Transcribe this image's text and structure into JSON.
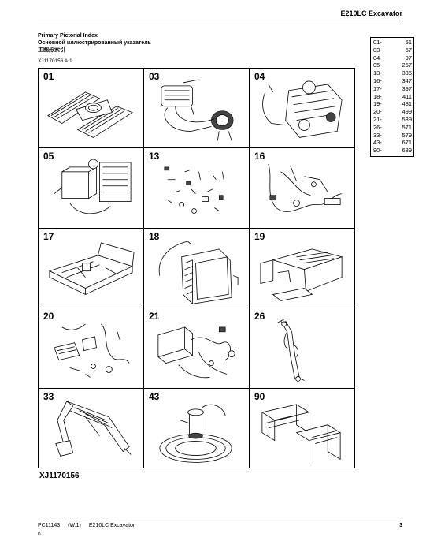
{
  "header": {
    "title": "E210LC Excavator"
  },
  "index": {
    "title_en": "Primary Pictorial Index",
    "title_ru": "Основной иллюстрированный указатель",
    "title_zh": "主图形索引",
    "code": "XJ1170156 A.1"
  },
  "table": [
    {
      "group": "01-",
      "page": "51"
    },
    {
      "group": "03-",
      "page": "67"
    },
    {
      "group": "04-",
      "page": "97"
    },
    {
      "group": "05-",
      "page": "257"
    },
    {
      "group": "13-",
      "page": "335"
    },
    {
      "group": "16-",
      "page": "347"
    },
    {
      "group": "17-",
      "page": "397"
    },
    {
      "group": "18-",
      "page": "411"
    },
    {
      "group": "19-",
      "page": "481"
    },
    {
      "group": "20-",
      "page": "499"
    },
    {
      "group": "21-",
      "page": "539"
    },
    {
      "group": "26-",
      "page": "571"
    },
    {
      "group": "33-",
      "page": "579"
    },
    {
      "group": "43-",
      "page": "671"
    },
    {
      "group": "90-",
      "page": "689"
    }
  ],
  "cells": [
    "01",
    "03",
    "04",
    "05",
    "13",
    "16",
    "17",
    "18",
    "19",
    "20",
    "21",
    "26",
    "33",
    "43",
    "90"
  ],
  "figure_id": "XJ1170156",
  "footer": {
    "doc": "PC11143",
    "rev": "(W.1)",
    "model": "E210LC Excavator",
    "mark": "D",
    "page": "3"
  }
}
